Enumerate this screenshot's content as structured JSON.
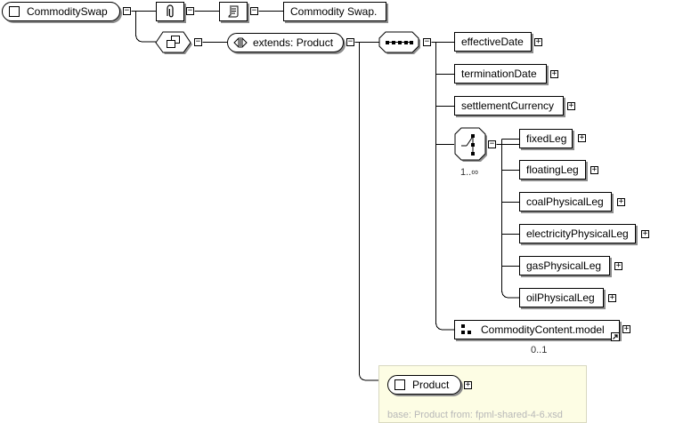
{
  "root": {
    "label": "CommoditySwap",
    "annotation": "Commodity Swap."
  },
  "extends": {
    "label": "extends: Product"
  },
  "sequence_elements": [
    {
      "label": "effectiveDate"
    },
    {
      "label": "terminationDate"
    },
    {
      "label": "settlementCurrency"
    }
  ],
  "choice": {
    "occurrence": "1..∞",
    "items": [
      {
        "label": "fixedLeg"
      },
      {
        "label": "floatingLeg"
      },
      {
        "label": "coalPhysicalLeg"
      },
      {
        "label": "electricityPhysicalLeg"
      },
      {
        "label": "gasPhysicalLeg"
      },
      {
        "label": "oilPhysicalLeg"
      }
    ]
  },
  "group_ref": {
    "label": "CommodityContent.model",
    "occurrence": "0..1"
  },
  "base": {
    "label": "Product",
    "caption": "base: Product from: fpml-shared-4-6.xsd"
  },
  "expander_minus": "−",
  "expander_plus": "+"
}
